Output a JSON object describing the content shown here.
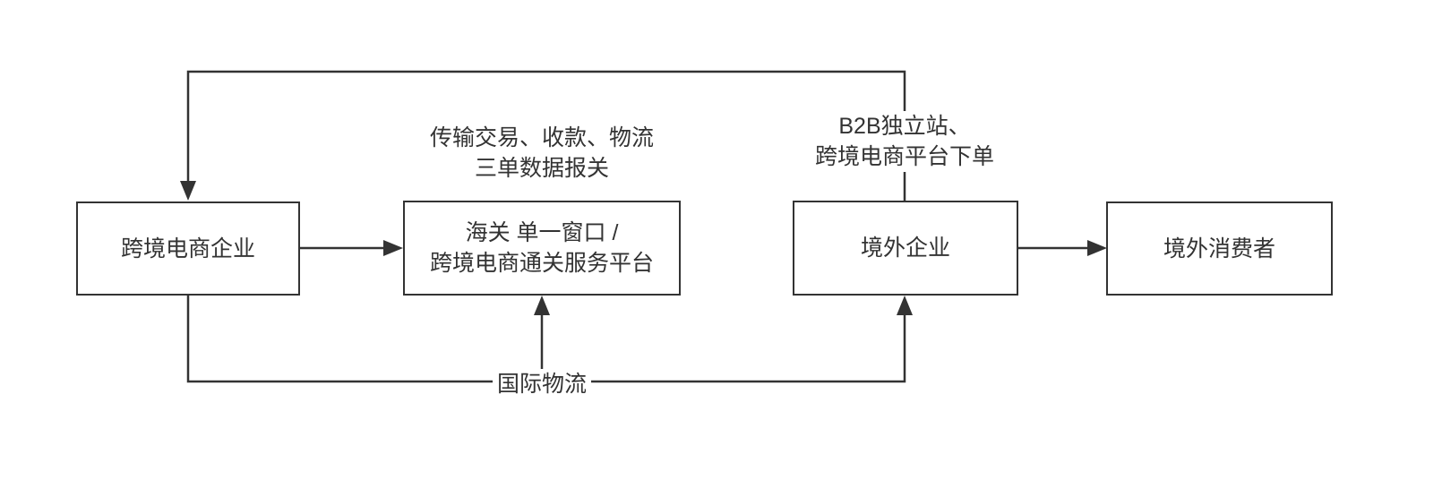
{
  "colors": {
    "background": "#ffffff",
    "stroke": "#333333",
    "text": "#333333"
  },
  "nodes": {
    "ecommerce": {
      "label": "跨境电商企业"
    },
    "customs": {
      "line1": "海关 单一窗口 /",
      "line2": "跨境电商通关服务平台"
    },
    "overseas_company": {
      "label": "境外企业"
    },
    "overseas_consumer": {
      "label": "境外消费者"
    }
  },
  "edge_labels": {
    "declaration": {
      "line1": "传输交易、收款、物流",
      "line2": "三单数据报关"
    },
    "ordering": {
      "line1": "B2B独立站、",
      "line2": "跨境电商平台下单"
    },
    "logistics": {
      "text": "国际物流"
    }
  }
}
